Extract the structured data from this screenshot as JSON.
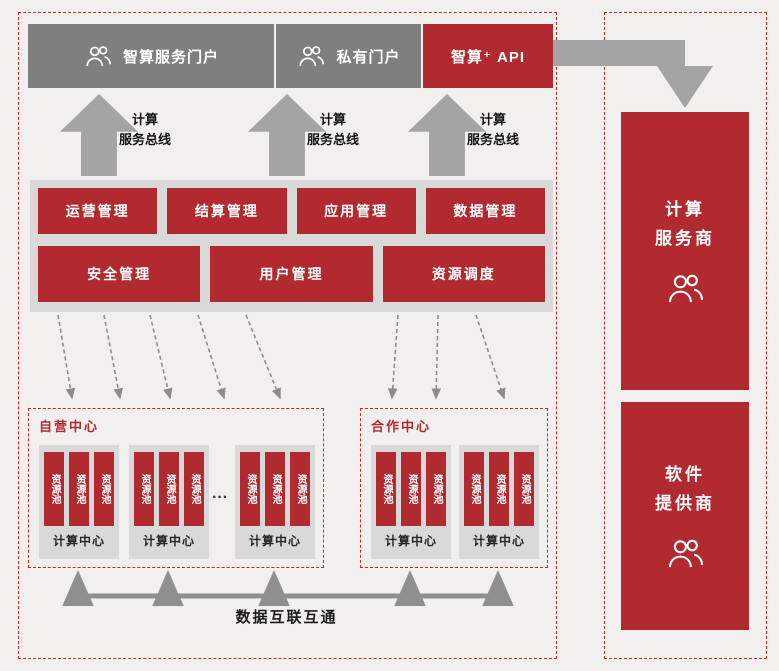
{
  "colors": {
    "accent_red": "#b02a30",
    "portal_gray": "#7f7f7f",
    "panel_gray": "#d9d9d9",
    "arrow_gray": "#a4a4a4",
    "dashed_border_red": "#d2271d",
    "background": "#f2f0ee"
  },
  "portal_bar": {
    "items": [
      {
        "label": "智算服务门户",
        "icon": "users-icon",
        "style": "gray"
      },
      {
        "label": "私有门户",
        "icon": "users-icon",
        "style": "gray"
      },
      {
        "label": "智算⁺ API",
        "style": "red"
      }
    ]
  },
  "bus_arrows": [
    {
      "line1": "计算",
      "line2": "服务总线"
    },
    {
      "line1": "计算",
      "line2": "服务总线"
    },
    {
      "line1": "计算",
      "line2": "服务总线"
    }
  ],
  "management": {
    "row1": [
      "运营管理",
      "结算管理",
      "应用管理",
      "数据管理"
    ],
    "row2": [
      "安全管理",
      "用户管理",
      "资源调度"
    ]
  },
  "self_center": {
    "title": "自营中心",
    "ellipsis": "···",
    "groups": [
      {
        "label": "计算中心",
        "pools": [
          "资源池",
          "资源池",
          "资源池"
        ]
      },
      {
        "label": "计算中心",
        "pools": [
          "资源池",
          "资源池",
          "资源池"
        ]
      },
      {
        "label": "计算中心",
        "pools": [
          "资源池",
          "资源池",
          "资源池"
        ]
      }
    ]
  },
  "coop_center": {
    "title": "合作中心",
    "groups": [
      {
        "label": "计算中心",
        "pools": [
          "资源池",
          "资源池",
          "资源池"
        ]
      },
      {
        "label": "计算中心",
        "pools": [
          "资源池",
          "资源池",
          "资源池"
        ]
      }
    ]
  },
  "bottom_bus": {
    "label": "数据互联互通"
  },
  "providers": [
    {
      "line1": "计算",
      "line2": "服务商",
      "icon": "users-icon"
    },
    {
      "line1": "软件",
      "line2": "提供商",
      "icon": "users-icon"
    }
  ]
}
